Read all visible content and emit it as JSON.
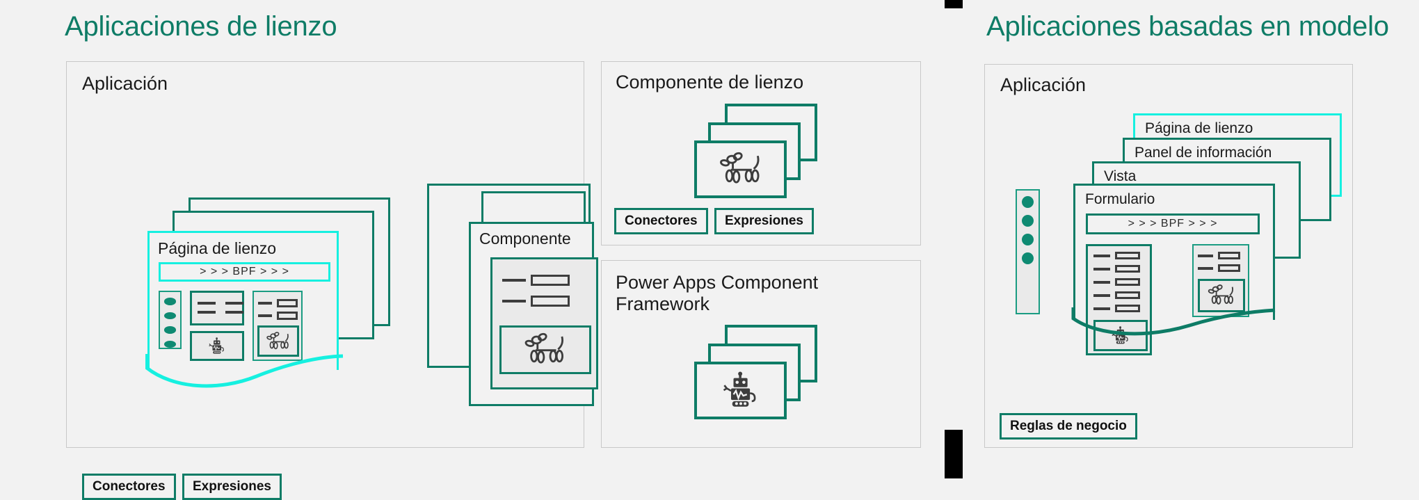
{
  "sections": {
    "canvas": {
      "title": "Aplicaciones de lienzo"
    },
    "model": {
      "title": "Aplicaciones basadas en modelo"
    }
  },
  "colors": {
    "accent_teal": "#0e7c66",
    "accent_cyan": "#16f0e0",
    "heading_teal": "#0e7c66",
    "panel_bg": "#f2f2f2",
    "panel_border": "#c8c8c8",
    "icon_dark": "#3d3d3d"
  },
  "canvas_app_panel": {
    "title": "Aplicación",
    "page_label": "Página de lienzo",
    "bpf_label": "> > > BPF > > >",
    "component_label": "Componente",
    "rail_dot_count": 4,
    "buttons": [
      {
        "label": "Conectores"
      },
      {
        "label": "Expresiones"
      }
    ],
    "icons": {
      "robot": "robot-icon",
      "dog": "balloon-dog-icon"
    }
  },
  "canvas_component_panel": {
    "title": "Componente de lienzo",
    "icon": "balloon-dog-icon",
    "buttons": [
      {
        "label": "Conectores"
      },
      {
        "label": "Expresiones"
      }
    ]
  },
  "pcf_panel": {
    "title": "Power Apps Component Framework",
    "icon": "robot-icon"
  },
  "model_app_panel": {
    "title": "Aplicación",
    "rail_dot_count": 4,
    "cards": [
      {
        "label": "Página de lienzo",
        "highlight": "cyan"
      },
      {
        "label": "Panel de información",
        "highlight": "teal"
      },
      {
        "label": "Vista",
        "highlight": "teal"
      },
      {
        "label": "Formulario",
        "highlight": "teal"
      }
    ],
    "bpf_label": "> > > BPF > > >",
    "field_row_count": 5,
    "panel_row_count": 2,
    "buttons": [
      {
        "label": "Reglas de negocio"
      }
    ],
    "icons": {
      "robot": "robot-icon",
      "dog": "balloon-dog-icon"
    }
  }
}
